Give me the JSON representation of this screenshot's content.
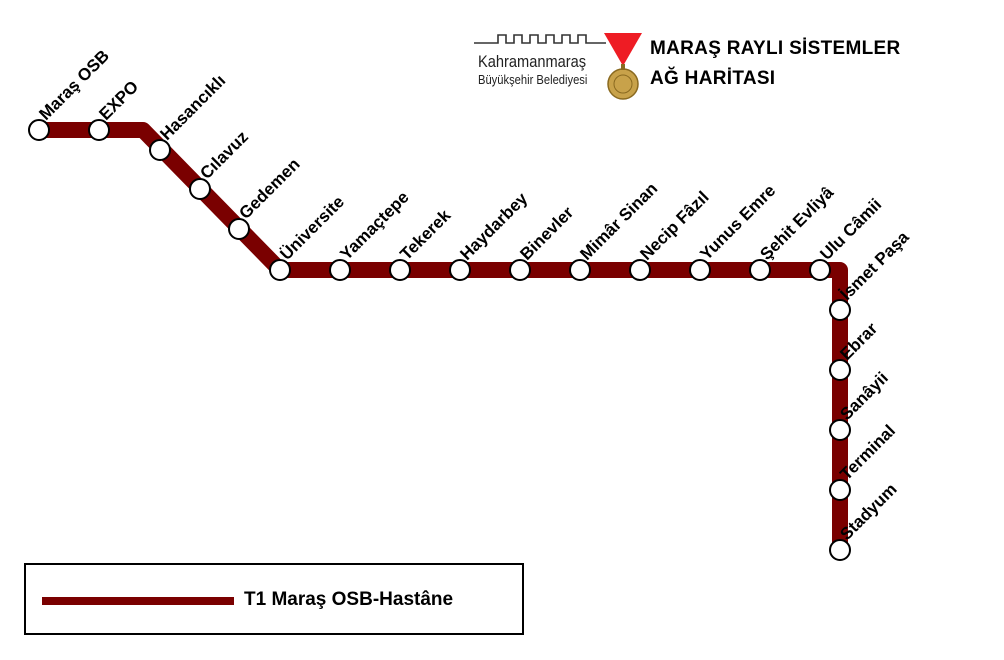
{
  "title": {
    "line1": "MARAŞ RAYLI SİSTEMLER",
    "line2": "AĞ HARİTASI"
  },
  "logo": {
    "name": "Kahramanmaraş",
    "subtitle": "Büyükşehir Belediyesi",
    "icon": "city-wall-skyline-icon",
    "emblem": "red-triangle-gold-medal-emblem"
  },
  "line": {
    "name": "T1 Maraş OSB-Hastâne",
    "color": "#7a0000"
  },
  "stations": [
    "Maraş OSB",
    "EXPO",
    "Hasancıklı",
    "Cılavuz",
    "Gedemen",
    "Üniversite",
    "Yamaçtepe",
    "Tekerek",
    "Haydarbey",
    "Binevler",
    "Mimâr Sinan",
    "Necip Fâzıl",
    "Yunus Emre",
    "Şehit Evliyâ",
    "Ulu Câmii",
    "İsmet Paşa",
    "Ebrar",
    "Sanâyii",
    "Terminal",
    "Stadyum"
  ]
}
